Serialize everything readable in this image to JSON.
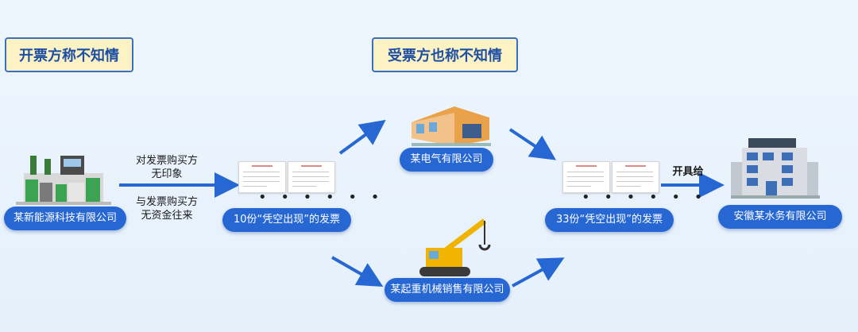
{
  "callouts": {
    "issuer": "开票方称不知情",
    "recipients": "受票方也称不知情"
  },
  "entities": {
    "source_company": "某新能源科技有限公司",
    "electric_company": "某电气有限公司",
    "crane_company": "某起重机械销售有限公司",
    "final_company": "安徽某水务有限公司"
  },
  "invoices": {
    "batch1": "10份“凭空出现”的发票",
    "batch2": "33份“凭空出现”的发票",
    "ellipsis": "• • • • • •"
  },
  "notes": {
    "no_impression": "对发票购买方\n无印象",
    "no_funds": "与发票购买方\n无资金往来",
    "issued_to": "开具给"
  },
  "colors": {
    "accent": "#2767d4",
    "callout_bg": "#fdf2c4",
    "callout_text": "#1d4fa3"
  }
}
